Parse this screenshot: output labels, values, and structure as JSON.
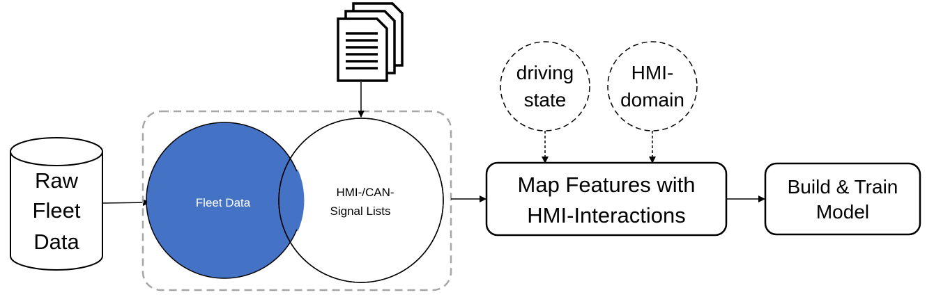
{
  "diagram": {
    "raw_fleet_data": {
      "line1": "Raw",
      "line2": "Fleet",
      "line3": "Data"
    },
    "fleet_data_label": "Fleet Data",
    "signal_lists": {
      "line1": "HMI-/CAN-",
      "line2": "Signal Lists"
    },
    "driving_state": {
      "line1": "driving",
      "line2": "state"
    },
    "hmi_domain": {
      "line1": "HMI-",
      "line2": "domain"
    },
    "map_features": {
      "line1": "Map Features with",
      "line2": "HMI-Interactions"
    },
    "build_train": {
      "line1": "Build & Train",
      "line2": "Model"
    },
    "colors": {
      "fleet_fill": "#4472C4",
      "stroke": "#000000",
      "group_border": "#A6A6A6",
      "white_text": "#FFFFFF"
    }
  }
}
